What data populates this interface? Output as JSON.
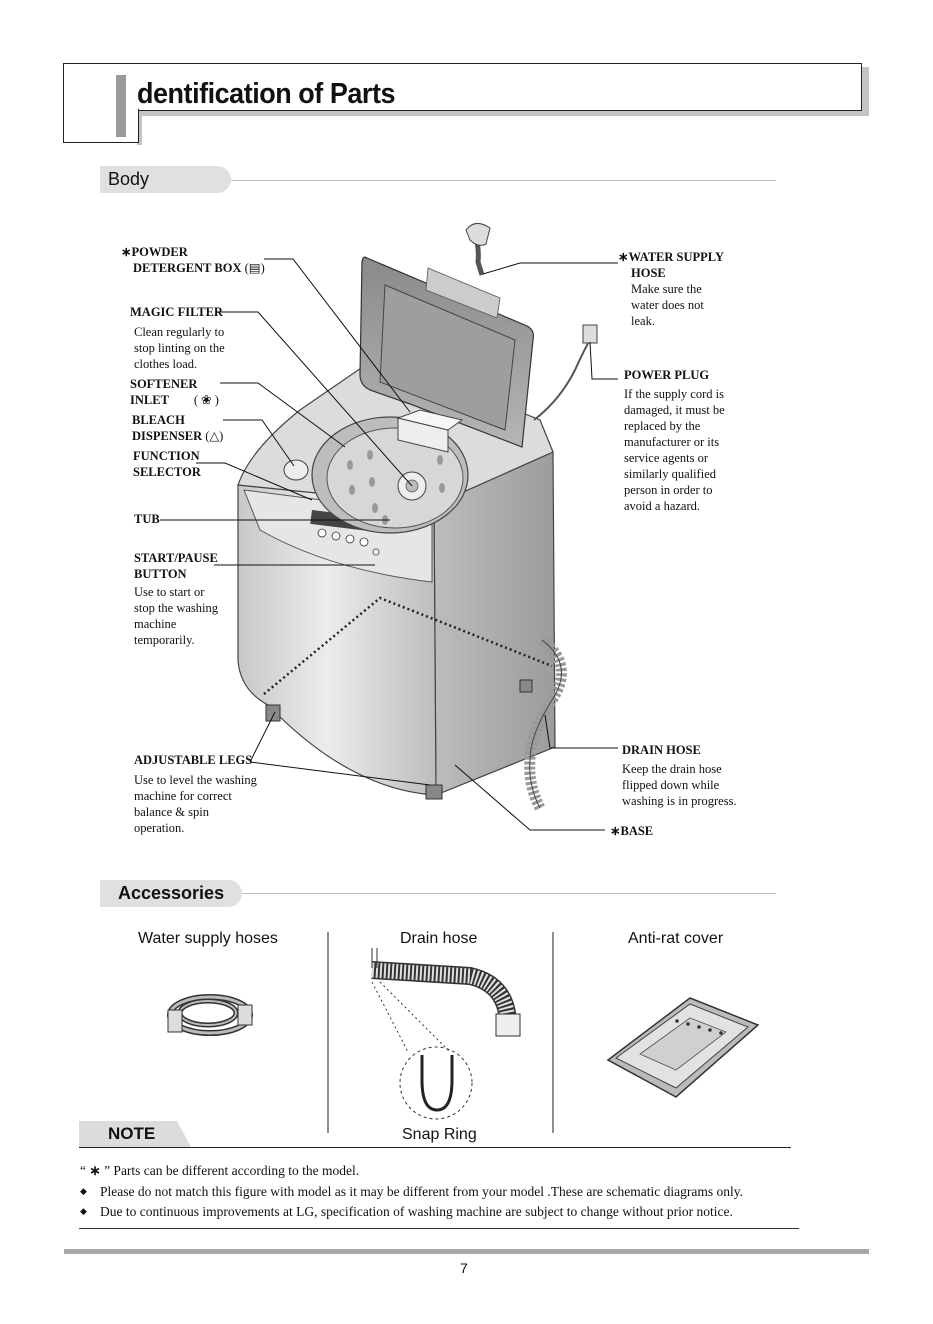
{
  "page": {
    "title": "dentification of Parts",
    "page_number": "7"
  },
  "body_section": {
    "heading": "Body",
    "callouts": {
      "powder_star": "∗",
      "powder_label_1": "POWDER",
      "powder_label_2": "DETERGENT BOX",
      "magic_filter_label": "MAGIC FILTER",
      "magic_filter_desc": [
        "Clean regularly to",
        "stop linting on the",
        "clothes load."
      ],
      "softener_label_1": "SOFTENER",
      "softener_label_2": "INLET",
      "bleach_label_1": "BLEACH",
      "bleach_label_2": "DISPENSER",
      "function_label_1": "FUNCTION",
      "function_label_2": "SELECTOR",
      "tub_label": "TUB",
      "start_label_1": "START/PAUSE",
      "start_label_2": "BUTTON",
      "start_desc": [
        "Use to start or",
        "stop the washing",
        "machine",
        "temporarily."
      ],
      "legs_label": "ADJUSTABLE LEGS",
      "legs_desc": [
        "Use to level the washing",
        "machine for correct",
        "balance & spin",
        "operation."
      ],
      "water_star": "∗",
      "water_label_1": "WATER SUPPLY",
      "water_label_2": "HOSE",
      "water_desc": [
        "Make sure the",
        "water does not",
        "leak."
      ],
      "plug_label": "POWER PLUG",
      "plug_desc": [
        "If the supply cord is",
        "damaged, it must be",
        "replaced by the",
        "manufacturer or its",
        "service agents or",
        "similarly qualified",
        "person in order to",
        "avoid a hazard."
      ],
      "drain_label": "DRAIN HOSE",
      "drain_desc": [
        "Keep the drain hose",
        "flipped down while",
        "washing is in progress."
      ],
      "base_star": "∗",
      "base_label": "BASE"
    }
  },
  "accessories_section": {
    "heading": "Accessories",
    "items": [
      "Water supply hoses",
      "Drain hose",
      "Anti-rat cover"
    ],
    "snap_ring": "Snap Ring"
  },
  "note_section": {
    "heading": "NOTE",
    "line1_open": "“",
    "line1_star": "∗",
    "line1_rest": "” Parts can be different according to the model.",
    "bullet": "◆",
    "line2": "Please do not match this figure with model as it may be different from your model .These are schematic diagrams only.",
    "line3": "Due to continuous improvements at LG, specification of washing machine are subject to change without  prior notice."
  },
  "colors": {
    "pill_bg": "#e0e0e0",
    "title_shadow": "#c4c4c4",
    "footer_rule": "#a8a8a8"
  }
}
